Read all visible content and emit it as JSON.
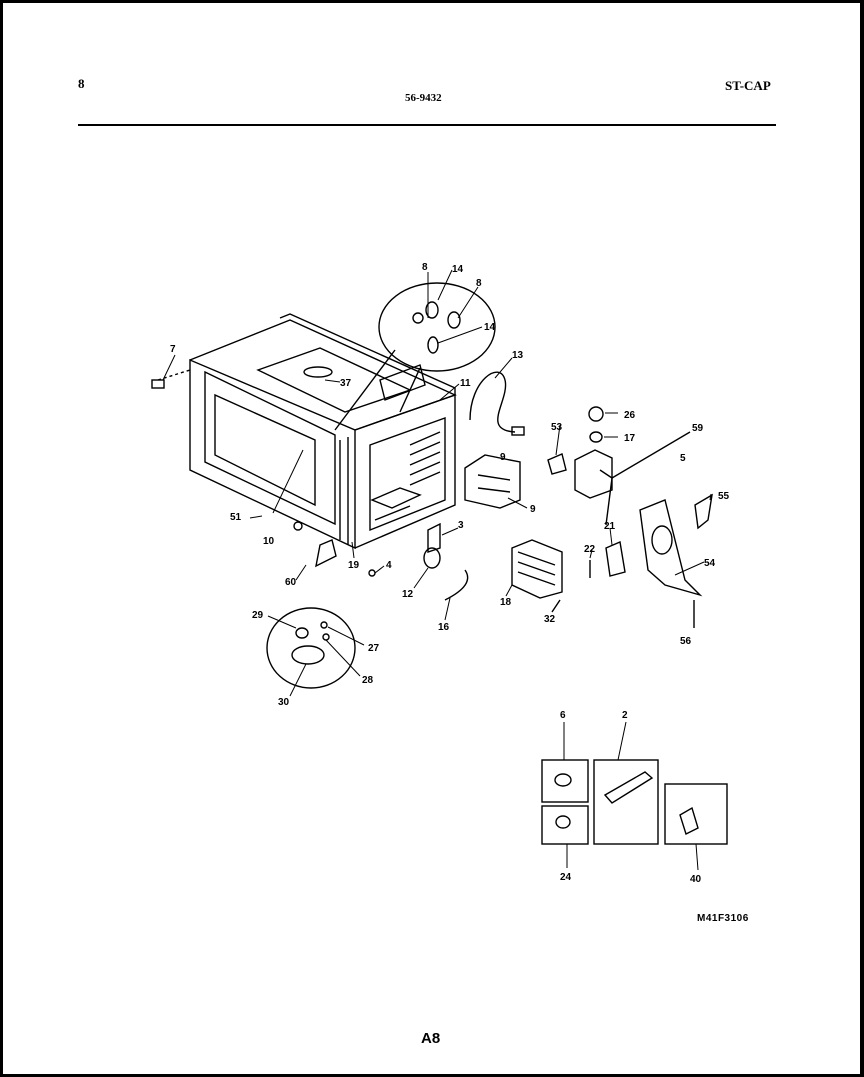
{
  "header": {
    "left": "8",
    "center": "56-9432",
    "right": "ST-CAP"
  },
  "labels": {
    "l7": "7",
    "l37": "37",
    "l8a": "8",
    "l14a": "14",
    "l8b": "8",
    "l14b": "14",
    "l13": "13",
    "l11": "11",
    "l9": "9",
    "l10": "10",
    "l51": "51",
    "l60": "60",
    "l19": "19",
    "l4": "4",
    "l3": "3",
    "l12": "12",
    "l16": "16",
    "l18": "18",
    "l32": "32",
    "l9b": "9",
    "l53": "53",
    "l26": "26",
    "l17": "17",
    "l59": "59",
    "l5": "5",
    "l21": "21",
    "l22": "22",
    "l55": "55",
    "l54": "54",
    "l56": "56",
    "l29": "29",
    "l27": "27",
    "l28": "28",
    "l30": "30",
    "l6": "6",
    "l2": "2",
    "l24": "24",
    "l40": "40"
  },
  "diagram_code": "M41F3106",
  "page_number": "A8"
}
